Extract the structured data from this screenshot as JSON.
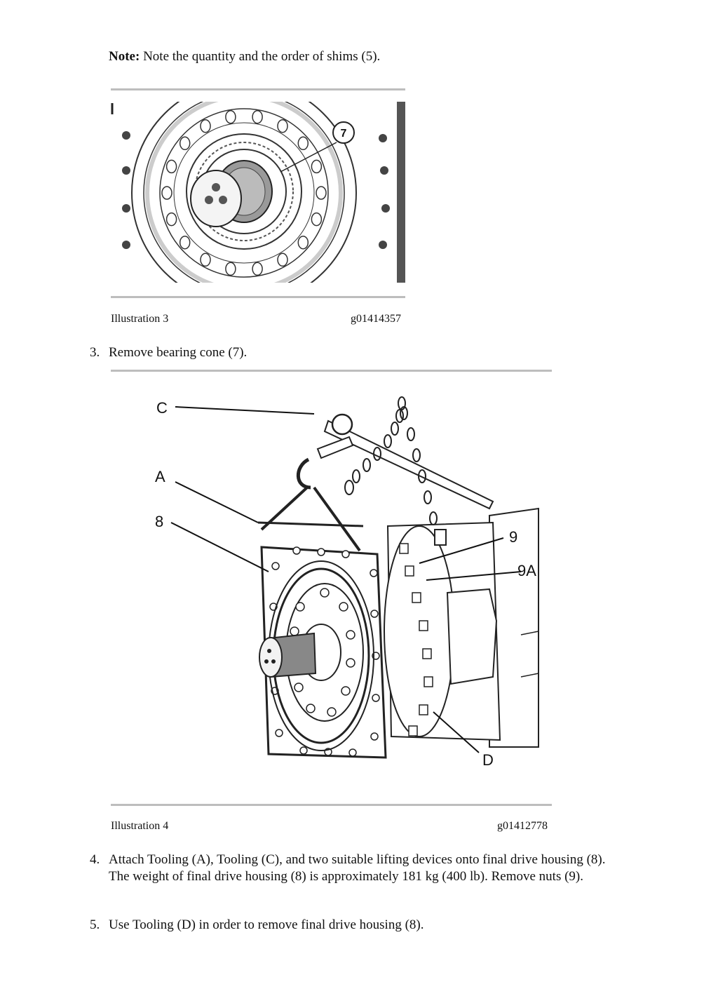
{
  "note": {
    "label": "Note:",
    "text": " Note the quantity and the order of shims (5)."
  },
  "illustration3": {
    "caption": "Illustration 3",
    "code": "g01414357",
    "callouts": [
      "7"
    ]
  },
  "illustration4": {
    "caption": "Illustration 4",
    "code": "g01412778",
    "callouts": [
      "C",
      "A",
      "8",
      "9",
      "9A",
      "D"
    ]
  },
  "steps": [
    {
      "number": "3.",
      "text": "Remove bearing cone (7)."
    },
    {
      "number": "4.",
      "text": "Attach Tooling (A), Tooling (C), and two suitable lifting devices onto final drive housing (8). The weight of final drive housing (8) is approximately 181 kg (400 lb). Remove nuts (9)."
    },
    {
      "number": "5.",
      "text": "Use Tooling (D) in order to remove final drive housing (8)."
    }
  ]
}
